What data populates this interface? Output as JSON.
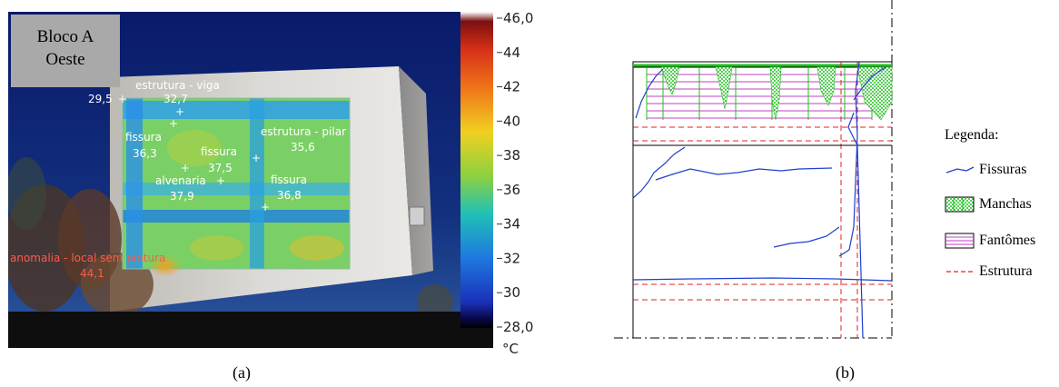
{
  "panel_a": {
    "block_label_line1": "Bloco A",
    "block_label_line2": "Oeste",
    "caption": "(a)",
    "measurements": [
      {
        "label": "estrutura - viga",
        "value": "32,7"
      },
      {
        "label": "fissura",
        "value": "36,3"
      },
      {
        "label": "fissura",
        "value": "37,5"
      },
      {
        "label": "estrutura - pilar",
        "value": "35,6"
      },
      {
        "label": "alvenaria",
        "value": "37,9"
      },
      {
        "label": "fissura",
        "value": "36,8"
      },
      {
        "label": "anomalia - local sem pintura",
        "value": "44,1"
      }
    ],
    "corner_value": "29,5",
    "colorbar": {
      "ticks": [
        "46,0",
        "44",
        "42",
        "40",
        "38",
        "36",
        "34",
        "32",
        "30",
        "28,0"
      ],
      "unit": "°C",
      "min": 28.0,
      "max": 46.0
    }
  },
  "panel_b": {
    "caption": "(b)",
    "legend": {
      "title": "Legenda:",
      "items": [
        {
          "label": "Fissuras",
          "symbol": "blue-line",
          "color": "#1f3fcf"
        },
        {
          "label": "Manchas",
          "symbol": "green-hatch",
          "color": "#20c020"
        },
        {
          "label": "Fantômes",
          "symbol": "magenta-hatch",
          "color": "#c040c0"
        },
        {
          "label": "Estrutura",
          "symbol": "red-dashed",
          "color": "#e02020"
        }
      ]
    }
  }
}
